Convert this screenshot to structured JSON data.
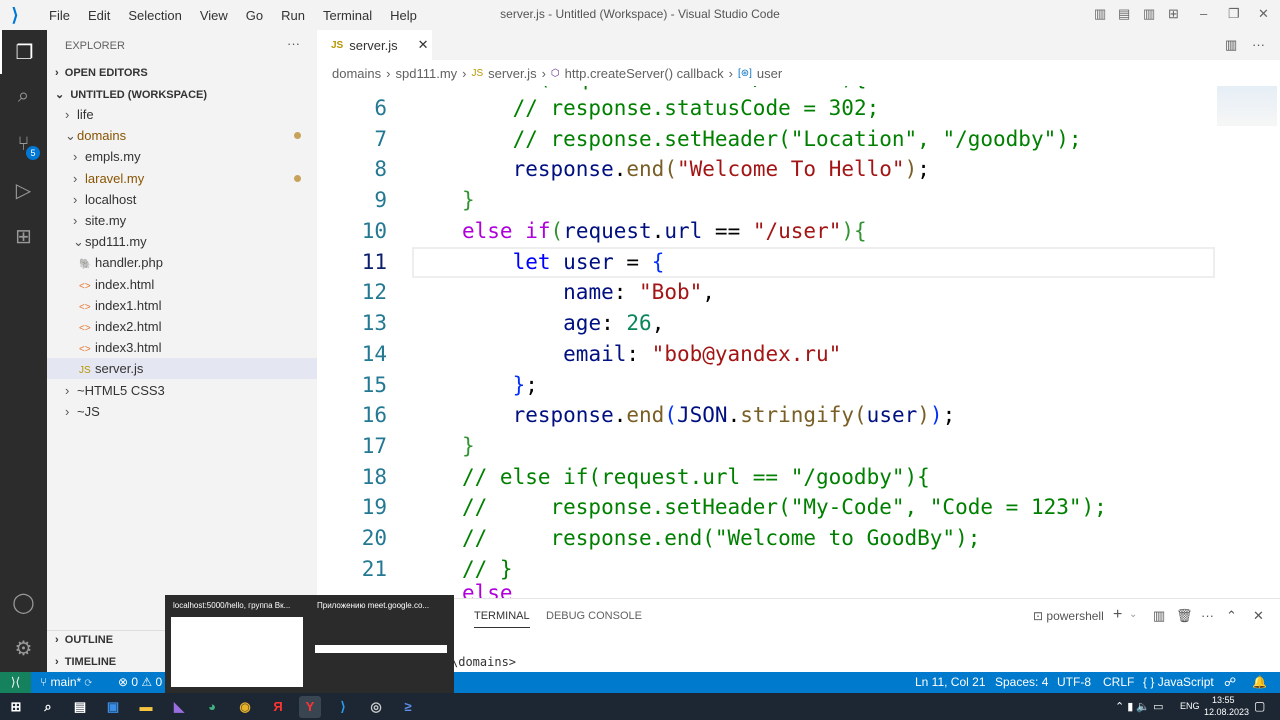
{
  "window": {
    "title": "server.js - Untitled (Workspace) - Visual Studio Code",
    "menu": [
      "File",
      "Edit",
      "Selection",
      "View",
      "Go",
      "Run",
      "Terminal",
      "Help"
    ]
  },
  "activity": {
    "scm_badge": "5"
  },
  "sidebar": {
    "title": "EXPLORER",
    "open_editors": "OPEN EDITORS",
    "workspace": "UNTITLED (WORKSPACE)",
    "items": [
      {
        "label": "life",
        "kind": "folder",
        "depth": 1,
        "open": false
      },
      {
        "label": "domains",
        "kind": "folder",
        "depth": 1,
        "open": true,
        "modified": true
      },
      {
        "label": "empls.my",
        "kind": "folder",
        "depth": 2,
        "open": false
      },
      {
        "label": "laravel.my",
        "kind": "folder",
        "depth": 2,
        "open": false,
        "modified": true
      },
      {
        "label": "localhost",
        "kind": "folder",
        "depth": 2,
        "open": false
      },
      {
        "label": "site.my",
        "kind": "folder",
        "depth": 2,
        "open": false
      },
      {
        "label": "spd111.my",
        "kind": "folder",
        "depth": 2,
        "open": true
      },
      {
        "label": "handler.php",
        "kind": "php",
        "depth": 3
      },
      {
        "label": "index.html",
        "kind": "html",
        "depth": 3
      },
      {
        "label": "index1.html",
        "kind": "html",
        "depth": 3
      },
      {
        "label": "index2.html",
        "kind": "html",
        "depth": 3
      },
      {
        "label": "index3.html",
        "kind": "html",
        "depth": 3
      },
      {
        "label": "server.js",
        "kind": "js",
        "depth": 3,
        "selected": true
      },
      {
        "label": "~HTML5 CSS3",
        "kind": "folder",
        "depth": 1,
        "open": false
      },
      {
        "label": "~JS",
        "kind": "folder",
        "depth": 1,
        "open": false
      }
    ],
    "outline": "OUTLINE",
    "timeline": "TIMELINE"
  },
  "tab": {
    "label": "server.js",
    "icon": "JS"
  },
  "breadcrumb": [
    "domains",
    "spd111.my",
    "server.js",
    "http.createServer() callback",
    "user"
  ],
  "editor": {
    "current_line": 11,
    "lines": [
      {
        "n": 6,
        "t": [
          [
            "    ",
            ""
          ],
          [
            "// response.statusCode = 302;",
            "c"
          ]
        ]
      },
      {
        "n": 7,
        "t": [
          [
            "    ",
            ""
          ],
          [
            "// response.setHeader(\"Location\", \"/goodby\");",
            "c"
          ]
        ]
      },
      {
        "n": 8,
        "t": [
          [
            "    ",
            ""
          ],
          [
            "response",
            "v"
          ],
          [
            ".",
            "p"
          ],
          [
            "end",
            "f"
          ],
          [
            "(",
            "b2"
          ],
          [
            "\"Welcome To Hello\"",
            "s"
          ],
          [
            ")",
            "b2"
          ],
          [
            ";",
            "p"
          ]
        ]
      },
      {
        "n": 9,
        "t": [
          [
            "}",
            "b3"
          ]
        ]
      },
      {
        "n": 10,
        "t": [
          [
            "else if",
            "k"
          ],
          [
            "(",
            "b3"
          ],
          [
            "request",
            "v"
          ],
          [
            ".",
            "p"
          ],
          [
            "url",
            "v"
          ],
          [
            " == ",
            "p"
          ],
          [
            "\"/user\"",
            "s"
          ],
          [
            ")",
            "b3"
          ],
          [
            "{",
            "b3"
          ]
        ]
      },
      {
        "n": 11,
        "t": [
          [
            "    ",
            ""
          ],
          [
            "let",
            "kb"
          ],
          [
            " ",
            "p"
          ],
          [
            "user",
            "v"
          ],
          [
            " = ",
            "p"
          ],
          [
            "{",
            "b1"
          ]
        ]
      },
      {
        "n": 12,
        "t": [
          [
            "        ",
            ""
          ],
          [
            "name",
            "v"
          ],
          [
            ": ",
            "p"
          ],
          [
            "\"Bob\"",
            "s"
          ],
          [
            ",",
            "p"
          ]
        ]
      },
      {
        "n": 13,
        "t": [
          [
            "        ",
            ""
          ],
          [
            "age",
            "v"
          ],
          [
            ": ",
            "p"
          ],
          [
            "26",
            "n"
          ],
          [
            ",",
            "p"
          ]
        ]
      },
      {
        "n": 14,
        "t": [
          [
            "        ",
            ""
          ],
          [
            "email",
            "v"
          ],
          [
            ": ",
            "p"
          ],
          [
            "\"bob@yandex.ru\"",
            "s"
          ]
        ]
      },
      {
        "n": 15,
        "t": [
          [
            "    ",
            ""
          ],
          [
            "}",
            "b1"
          ],
          [
            ";",
            "p"
          ]
        ]
      },
      {
        "n": 16,
        "t": [
          [
            "    ",
            ""
          ],
          [
            "response",
            "v"
          ],
          [
            ".",
            "p"
          ],
          [
            "end",
            "f"
          ],
          [
            "(",
            "b1"
          ],
          [
            "JSON",
            "v"
          ],
          [
            ".",
            "p"
          ],
          [
            "stringify",
            "f"
          ],
          [
            "(",
            "b2"
          ],
          [
            "user",
            "v"
          ],
          [
            ")",
            "b2"
          ],
          [
            ")",
            "b1"
          ],
          [
            ";",
            "p"
          ]
        ]
      },
      {
        "n": 17,
        "t": [
          [
            "}",
            "b3"
          ]
        ]
      },
      {
        "n": 18,
        "t": [
          [
            "// else if(request.url == \"/goodby\"){",
            "c"
          ]
        ]
      },
      {
        "n": 19,
        "t": [
          [
            "//     response.setHeader(\"My-Code\", \"Code = 123\");",
            "c"
          ]
        ]
      },
      {
        "n": 20,
        "t": [
          [
            "//     response.end(\"Welcome to GoodBy\");",
            "c"
          ]
        ]
      },
      {
        "n": 21,
        "t": [
          [
            "// }",
            "c"
          ]
        ]
      }
    ]
  },
  "panel": {
    "tabs": [
      "TERMINAL",
      "DEBUG CONSOLE"
    ],
    "shell": "powershell",
    "prompt": "\\domains>"
  },
  "preview": {
    "items": [
      "localhost:5000/hello, группа Вк...",
      "Приложению meet.google.co..."
    ]
  },
  "status": {
    "branch": "main*",
    "errors": "0",
    "warnings": "0",
    "position": "Ln 11, Col 21",
    "spaces": "Spaces: 4",
    "encoding": "UTF-8",
    "eol": "CRLF",
    "language": "JavaScript"
  },
  "taskbar": {
    "lang": "ENG",
    "time": "13:55",
    "date": "12.08.2023"
  }
}
